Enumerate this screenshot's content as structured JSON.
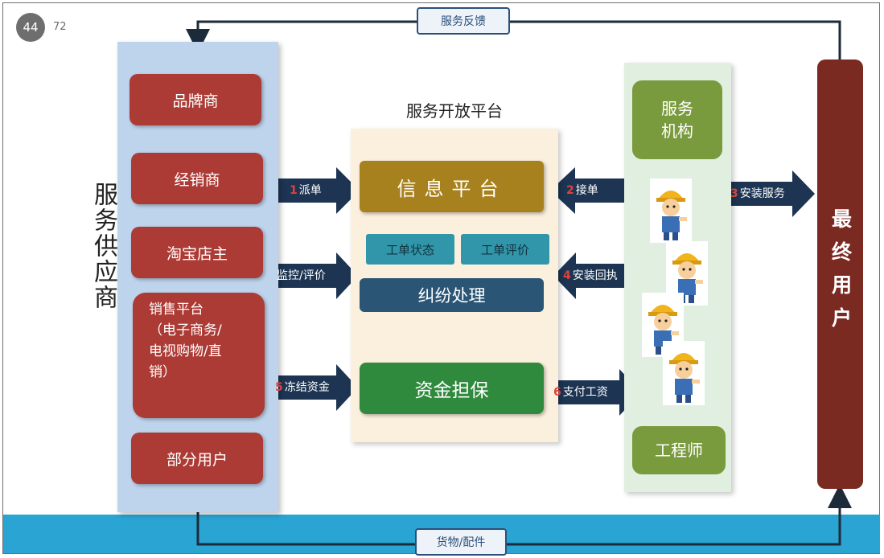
{
  "page": {
    "number": "44",
    "total": "72"
  },
  "suppliers": {
    "title": "服务供应商",
    "items": [
      "品牌商",
      "经销商",
      "淘宝店主",
      "销售平台\n（电子商务/\n电视购物/直\n销）",
      "部分用户"
    ]
  },
  "platform": {
    "title": "服务开放平台",
    "info": "信息平台",
    "order_status": "工单状态",
    "order_review": "工单评价",
    "dispute": "纠纷处理",
    "escrow": "资金担保"
  },
  "service_side": {
    "org": "服务\n机构",
    "engineer": "工程师"
  },
  "end_user": "最终用户",
  "flows": {
    "feedback": "服务反馈",
    "goods": "货物/配件",
    "dispatch": {
      "num": "1",
      "text": "派单"
    },
    "accept": {
      "num": "2",
      "text": "接单"
    },
    "install": {
      "num": "3",
      "text": "安装服务"
    },
    "receipt": {
      "num": "4",
      "text": "安装回执"
    },
    "freeze": {
      "num": "5",
      "text": "冻结资金"
    },
    "pay": {
      "num": "6",
      "text": "支付工资"
    },
    "monitor": "监控/评价"
  },
  "colors": {
    "brand_red": "#ad3b35",
    "info_gold": "#a8811f",
    "escrow_green": "#2f8a3e",
    "dispute_navy": "#2a5575",
    "status_teal": "#3296ab",
    "org_olive": "#7a9a3e",
    "end_user_maroon": "#7b2a22",
    "arrow_navy": "#1d3553",
    "band_blue": "#2aa4d3"
  }
}
